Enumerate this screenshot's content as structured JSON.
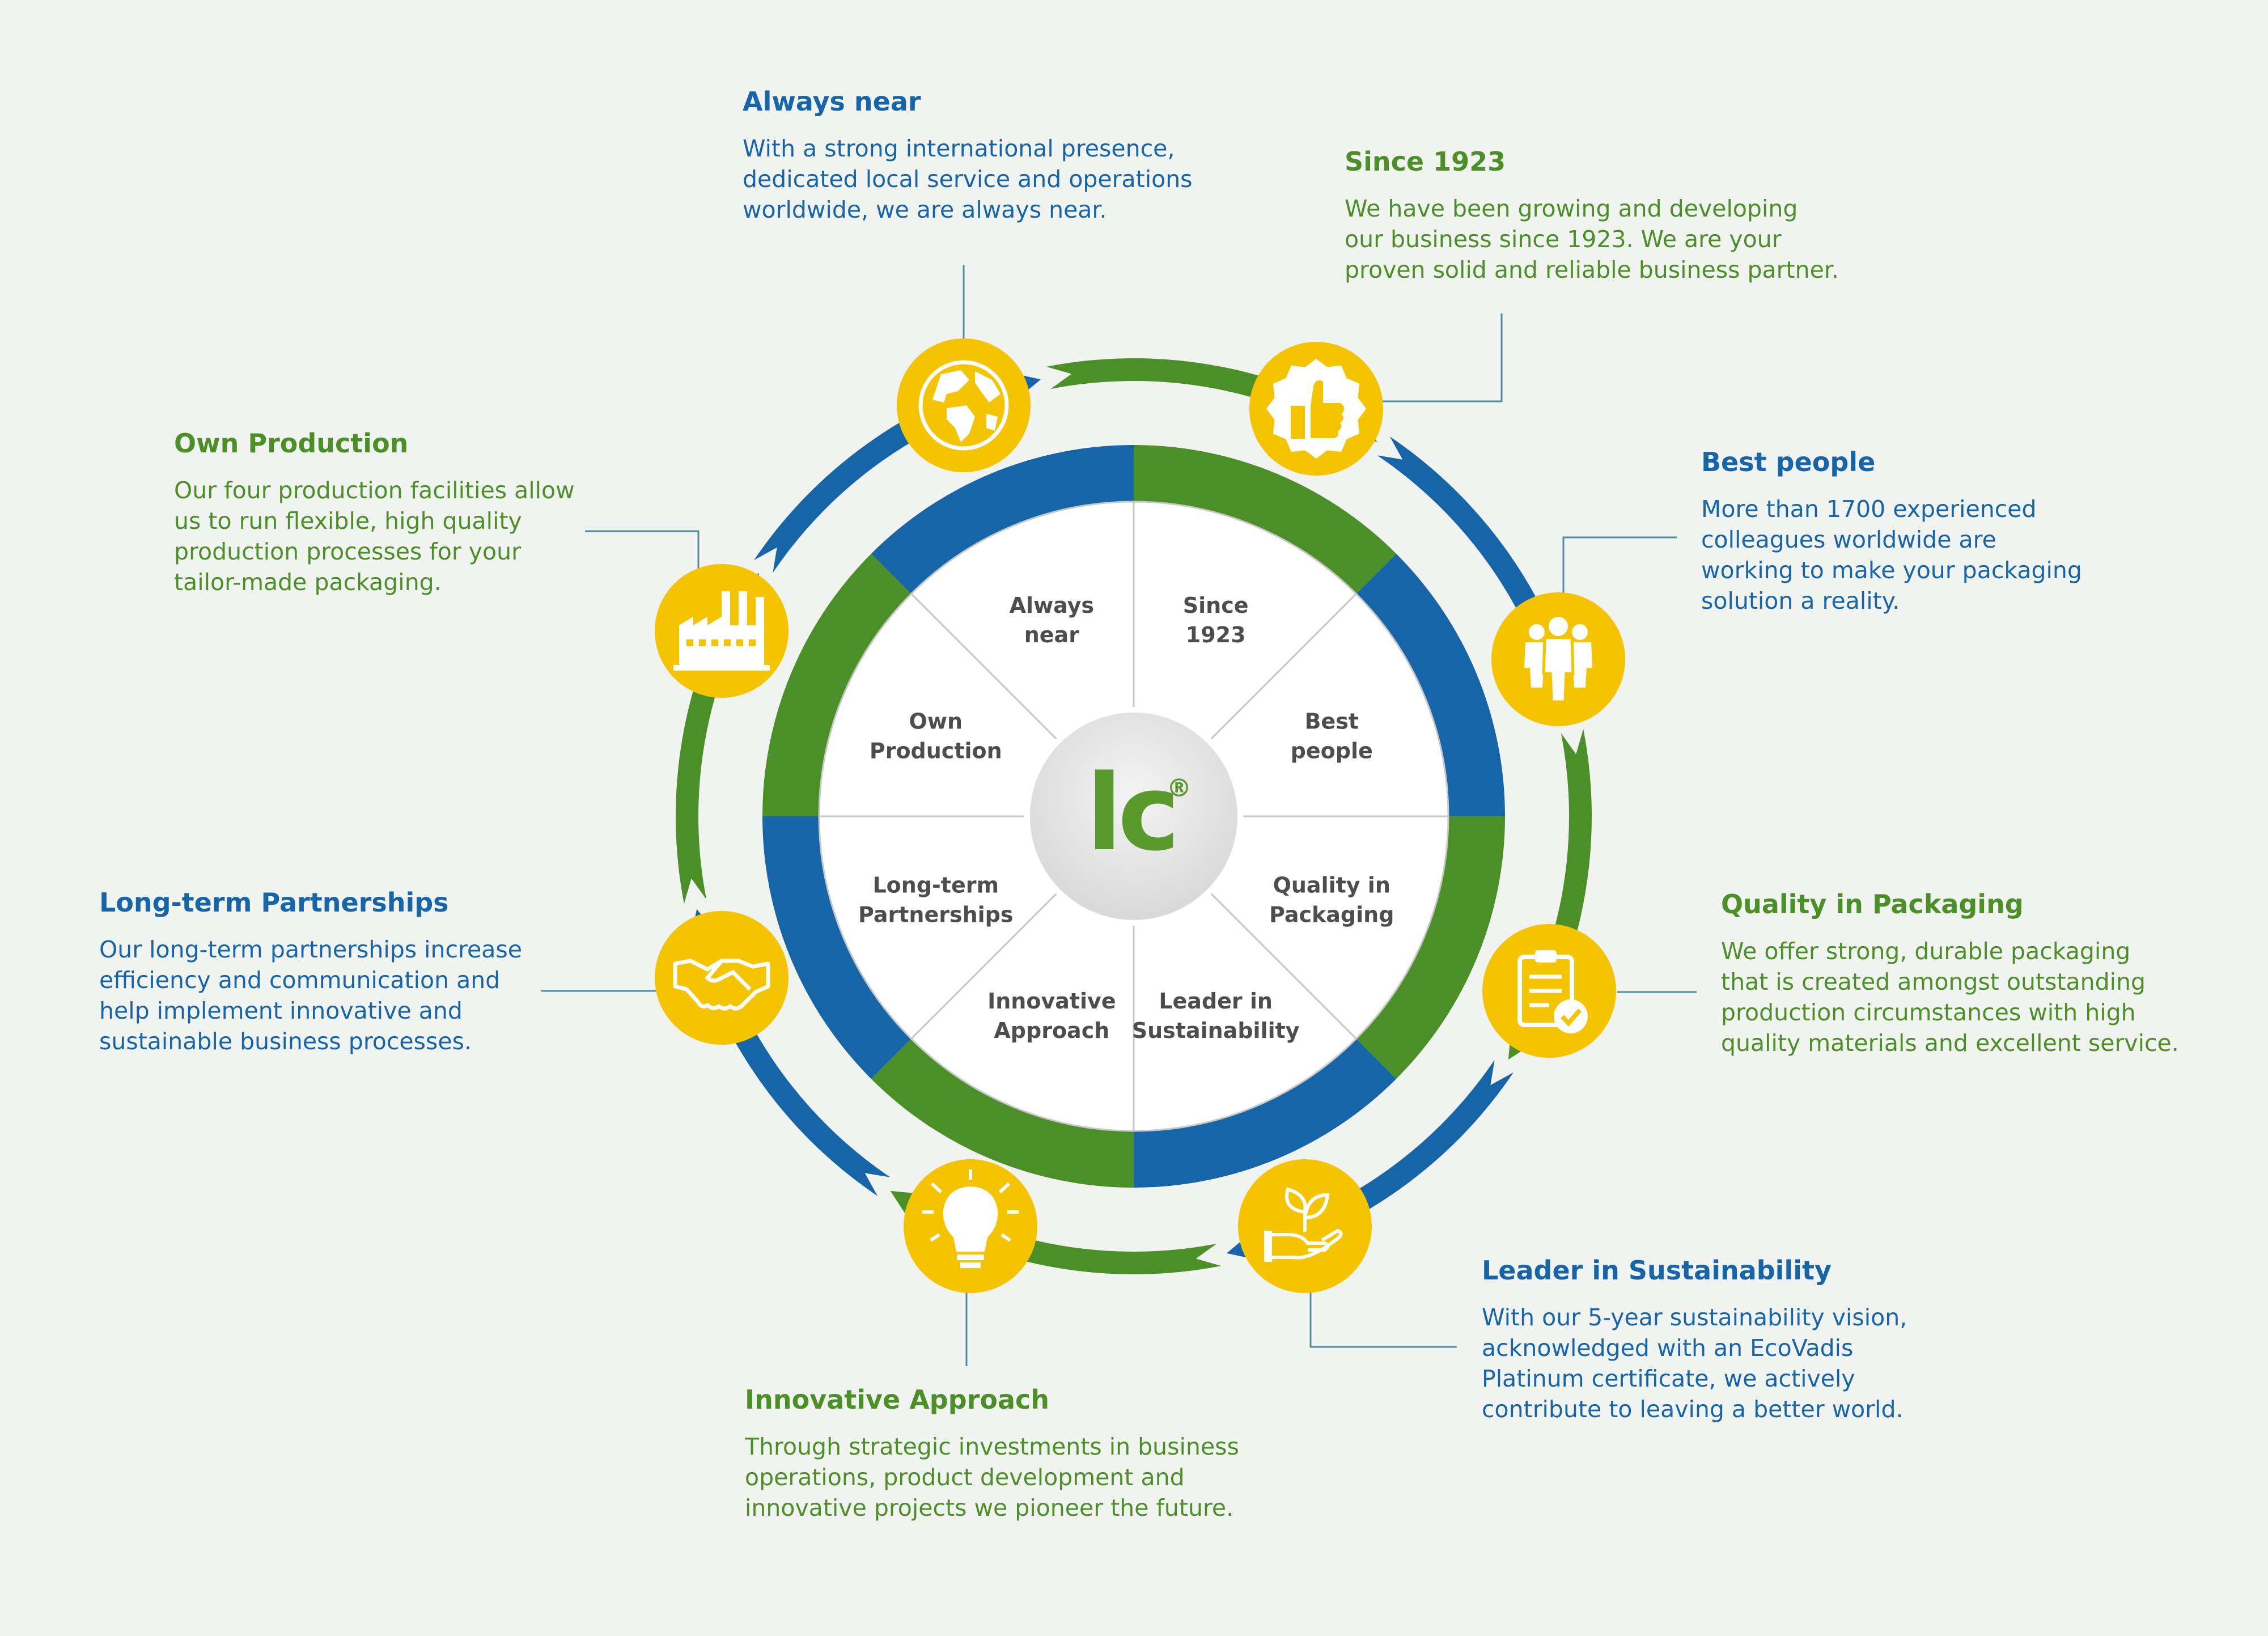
{
  "colors": {
    "blue": "#1565a8",
    "green": "#4b8f27",
    "yellow": "#f5c400",
    "background": "#f1f3f0",
    "connector": "#4d8e9c"
  },
  "logo": {
    "text": "lc",
    "mark": "®"
  },
  "segments": [
    {
      "id": "always-near",
      "lines": [
        "Always",
        "near"
      ],
      "ring_color": "blue"
    },
    {
      "id": "since-1923",
      "lines": [
        "Since",
        "1923"
      ],
      "ring_color": "green"
    },
    {
      "id": "best-people",
      "lines": [
        "Best",
        "people"
      ],
      "ring_color": "blue"
    },
    {
      "id": "quality",
      "lines": [
        "Quality in",
        "Packaging"
      ],
      "ring_color": "green"
    },
    {
      "id": "sustainability",
      "lines": [
        "Leader in",
        "Sustainability"
      ],
      "ring_color": "blue"
    },
    {
      "id": "innovative",
      "lines": [
        "Innovative",
        "Approach"
      ],
      "ring_color": "green"
    },
    {
      "id": "partnerships",
      "lines": [
        "Long-term",
        "Partnerships"
      ],
      "ring_color": "blue"
    },
    {
      "id": "own-production",
      "lines": [
        "Own",
        "Production"
      ],
      "ring_color": "green"
    }
  ],
  "icons": [
    {
      "id": "always-near",
      "icon": "globe-icon"
    },
    {
      "id": "since-1923",
      "icon": "thumbs-up-badge-icon"
    },
    {
      "id": "best-people",
      "icon": "people-group-icon"
    },
    {
      "id": "quality",
      "icon": "clipboard-check-icon"
    },
    {
      "id": "sustainability",
      "icon": "hand-plant-icon"
    },
    {
      "id": "innovative",
      "icon": "lightbulb-icon"
    },
    {
      "id": "partnerships",
      "icon": "handshake-icon"
    },
    {
      "id": "own-production",
      "icon": "factory-icon"
    }
  ],
  "callouts": {
    "always_near": {
      "title": "Always near",
      "body": "With a strong international presence,\ndedicated local service and operations\nworldwide, we are always near."
    },
    "since_1923": {
      "title": "Since 1923",
      "body": "We have been growing and developing\nour business since 1923. We are your\nproven solid and reliable business partner."
    },
    "best_people": {
      "title": "Best people",
      "body": "More than 1700 experienced\ncolleagues worldwide are\nworking to make your packaging\nsolution a reality."
    },
    "quality": {
      "title": "Quality in Packaging",
      "body": "We offer strong, durable packaging\nthat is created amongst outstanding\nproduction circumstances with high\nquality materials and excellent service."
    },
    "sustainability": {
      "title": "Leader in Sustainability",
      "body": "With our 5-year sustainability vision,\nacknowledged with an EcoVadis\nPlatinum certificate, we actively\ncontribute to leaving a better world."
    },
    "innovative": {
      "title": "Innovative Approach",
      "body": "Through strategic investments in business\noperations, product development and\ninnovative projects we pioneer the future."
    },
    "partnerships": {
      "title": "Long-term Partnerships",
      "body": "Our long-term partnerships increase\nefficiency and communication and\nhelp implement innovative and\nsustainable business processes."
    },
    "own_production": {
      "title": "Own Production",
      "body": "Our four production facilities allow\nus to run flexible, high quality\nproduction processes for your\ntailor-made packaging."
    }
  }
}
